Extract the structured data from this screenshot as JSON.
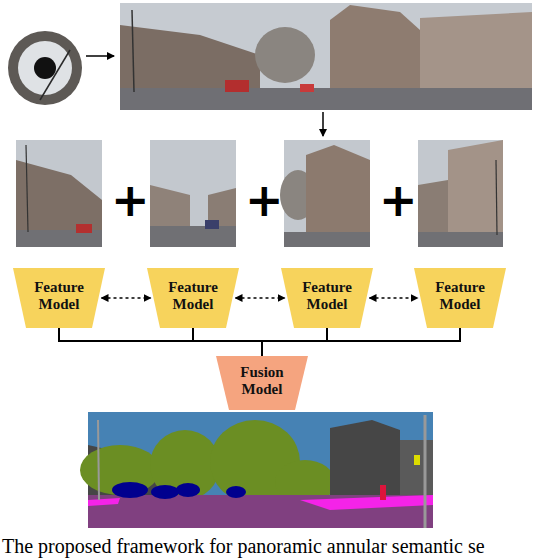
{
  "diagram": {
    "caption": "The proposed framework for panoramic annular semantic se",
    "nodes": [
      {
        "text": [
          "Feature Model"
        ]
      },
      {
        "text": [
          "Feature Model"
        ]
      },
      {
        "text": [
          "Feature Model"
        ]
      },
      {
        "text": [
          "Feature Model"
        ]
      },
      {
        "text": [
          "Fusion Model"
        ]
      }
    ],
    "edges": [
      {
        "from": 0,
        "to": 1,
        "arrow": "both"
      },
      {
        "from": 1,
        "to": 2,
        "arrow": "both"
      },
      {
        "from": 2,
        "to": 3,
        "arrow": "both"
      },
      {
        "from": 0,
        "to": 4,
        "arrow": "none"
      },
      {
        "from": 1,
        "to": 4,
        "arrow": "none"
      },
      {
        "from": 2,
        "to": 4,
        "arrow": "none"
      },
      {
        "from": 3,
        "to": 4,
        "arrow": "none"
      }
    ],
    "labels": [
      "+",
      "+",
      "+"
    ]
  }
}
